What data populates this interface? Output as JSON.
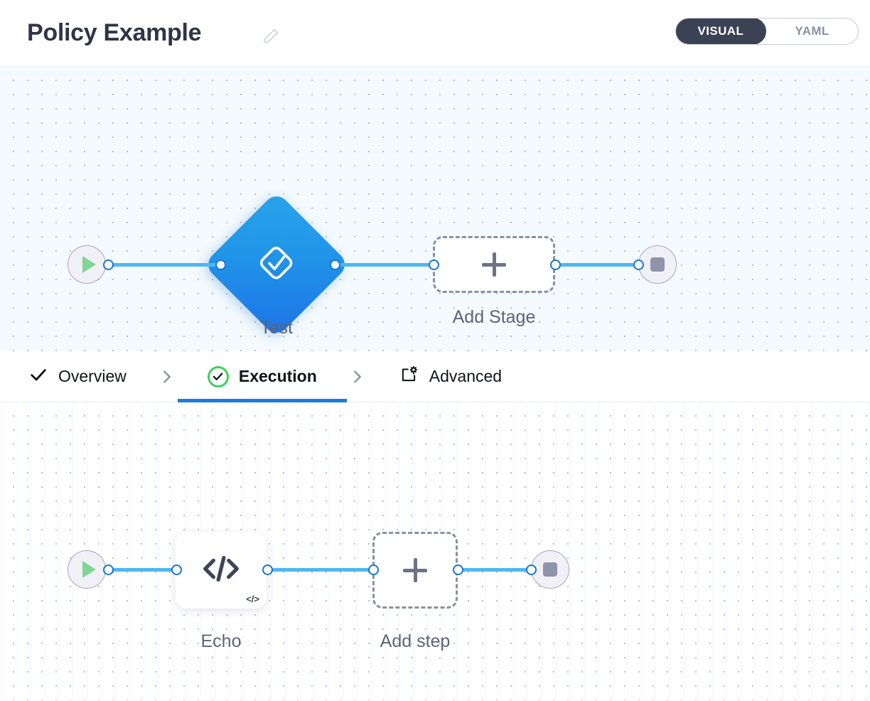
{
  "header": {
    "title": "Policy Example",
    "edit_icon": "pencil-icon",
    "toggle": {
      "options": [
        {
          "label": "VISUAL",
          "active": true
        },
        {
          "label": "YAML",
          "active": false
        }
      ]
    }
  },
  "stage_canvas": {
    "start_node": {
      "icon": "play-icon",
      "name": "start"
    },
    "end_node": {
      "icon": "stop-icon",
      "name": "end"
    },
    "stages": [
      {
        "label": "Test",
        "icon": "check-diamond-icon",
        "type": "stage"
      },
      {
        "label": "Add Stage",
        "icon": "plus-icon",
        "type": "add"
      }
    ]
  },
  "tabs": [
    {
      "label": "Overview",
      "icon": "check-icon",
      "active": false
    },
    {
      "label": "Execution",
      "icon": "check-circle-icon",
      "active": true
    },
    {
      "label": "Advanced",
      "icon": "settings-box-icon",
      "active": false
    }
  ],
  "tab_separator": "chevron-right-icon",
  "step_canvas": {
    "start_node": {
      "icon": "play-icon",
      "name": "start"
    },
    "end_node": {
      "icon": "stop-icon",
      "name": "end"
    },
    "steps": [
      {
        "label": "Echo",
        "icon": "code-icon",
        "badge": "</>",
        "type": "step"
      },
      {
        "label": "Add step",
        "icon": "plus-icon",
        "type": "add"
      }
    ]
  },
  "colors": {
    "accent_blue": "#1a7ae0",
    "link_blue": "#4db8f0",
    "stage_blue": "#2094e8",
    "success_green": "#3fd05f",
    "play_green": "#80d594",
    "toggle_dark": "#3b4254",
    "label_gray": "#5e6377"
  }
}
